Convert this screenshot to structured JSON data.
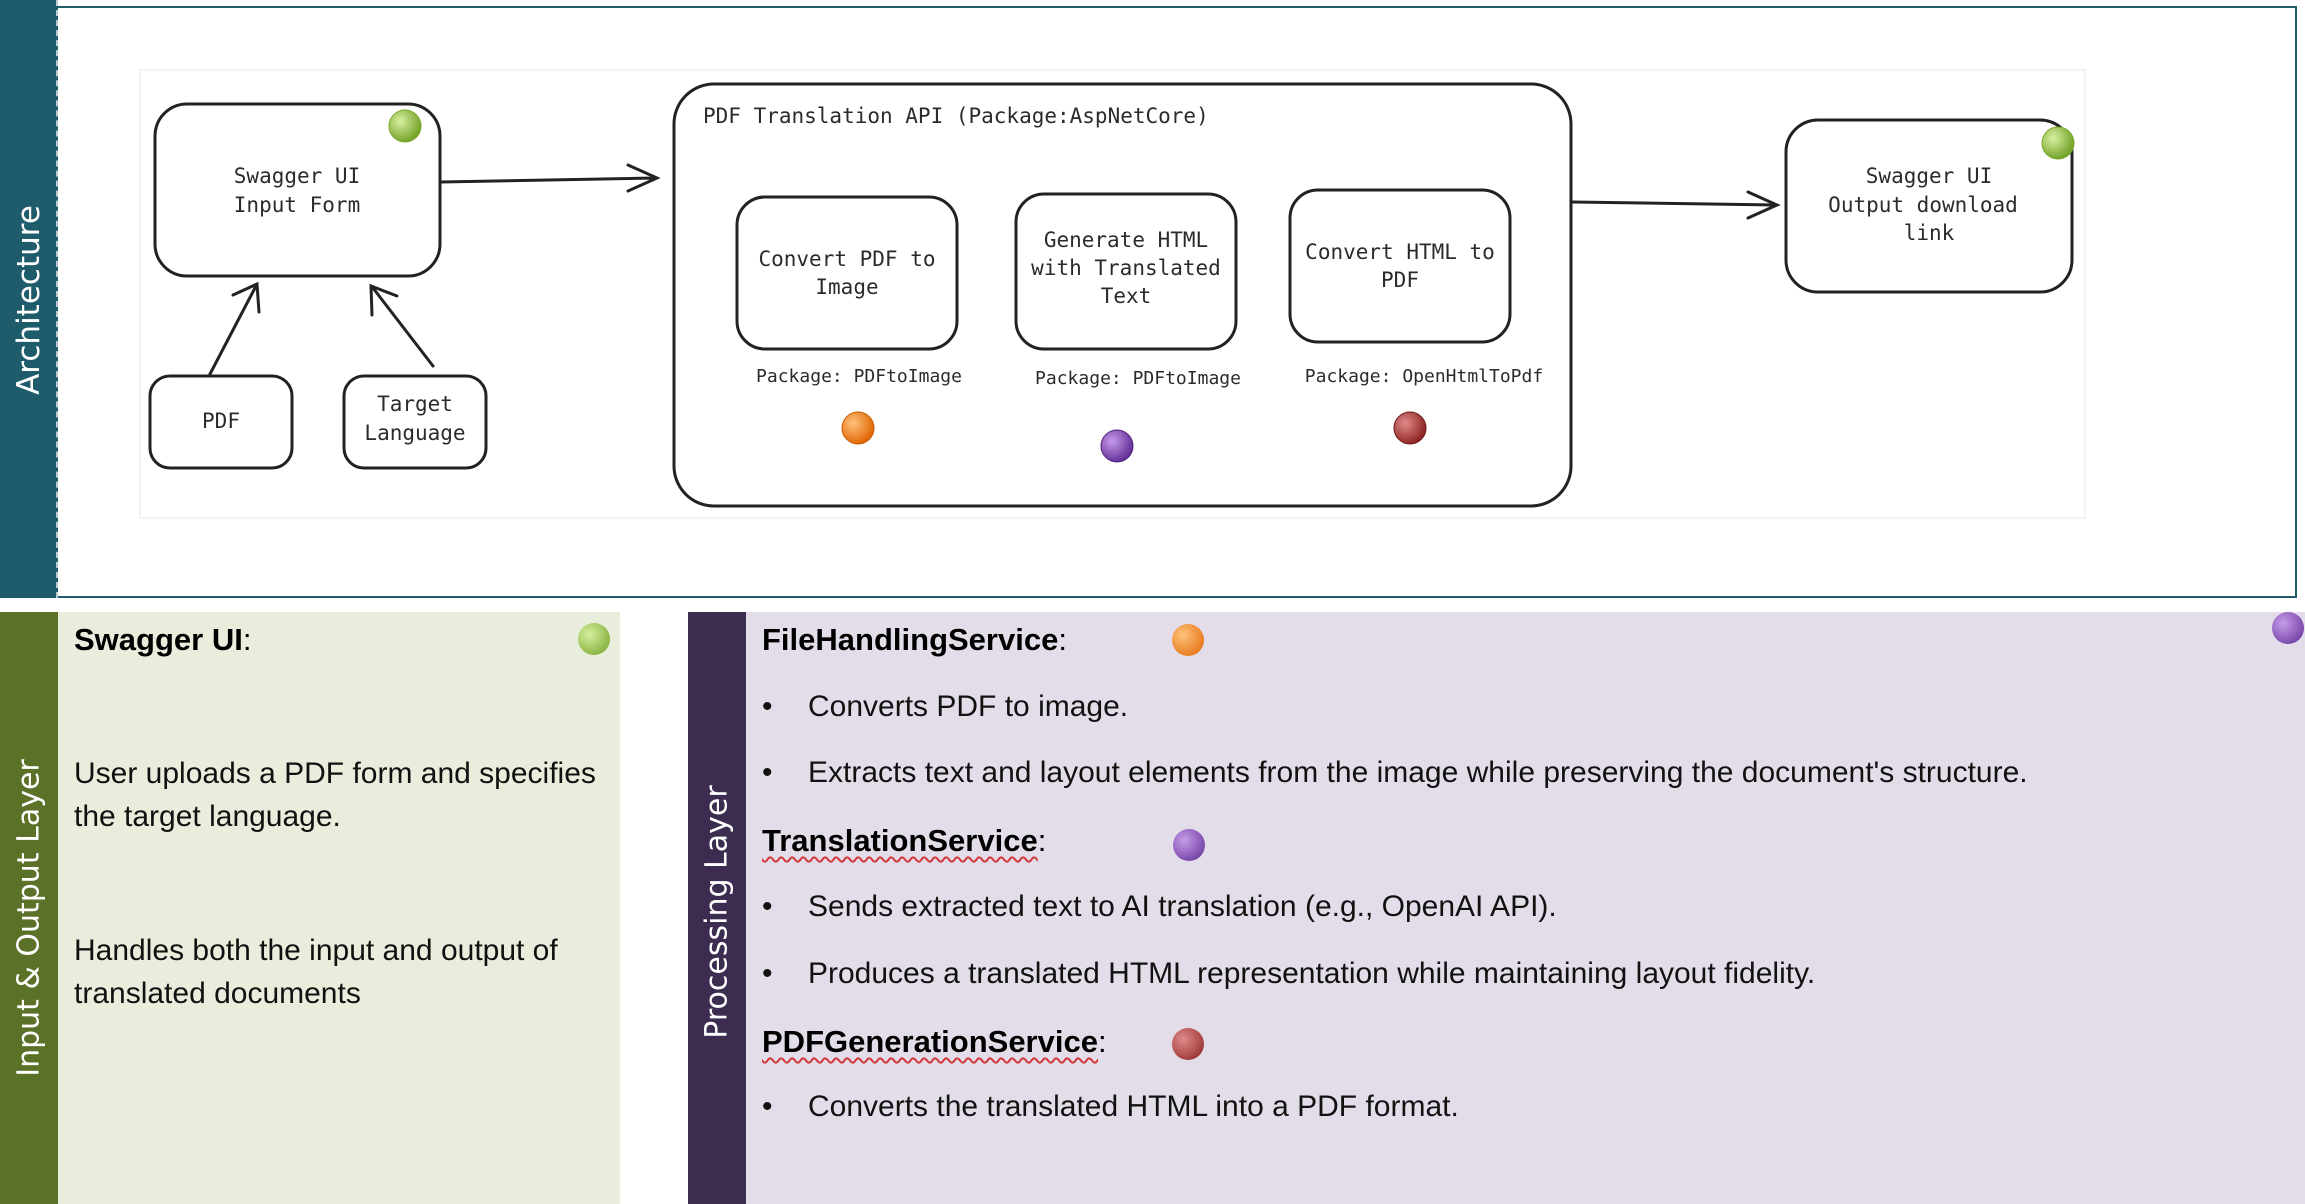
{
  "architecture": {
    "side_label": "Architecture",
    "swagger_input": [
      "Swagger UI",
      "Input Form"
    ],
    "pdf_box": "PDF",
    "target_language": [
      "Target",
      "Language"
    ],
    "api_title": "PDF Translation API (Package:AspNetCore)",
    "step1": {
      "lines": [
        "Convert PDF to",
        "Image"
      ],
      "package": "Package: PDFtoImage"
    },
    "step2": {
      "lines": [
        "Generate HTML",
        "with Translated",
        "Text"
      ],
      "package": "Package: PDFtoImage"
    },
    "step3": {
      "lines": [
        "Convert HTML to",
        "PDF"
      ],
      "package": "Package: OpenHtmlToPdf"
    },
    "swagger_output": [
      "Swagger UI",
      "Output download",
      "link"
    ]
  },
  "io_layer": {
    "side_label": "Input & Output Layer",
    "heading": "Swagger UI",
    "colon": ":",
    "para1": "User uploads a PDF form and specifies the target language.",
    "para2": "Handles both the input and output of translated documents"
  },
  "processing_layer": {
    "side_label": "Processing Layer",
    "colon": ":",
    "file_handling": {
      "name": "FileHandlingService",
      "bullets": [
        "Converts PDF to image.",
        "Extracts text and layout elements from the image while preserving the document's structure."
      ]
    },
    "translation": {
      "name": "TranslationService",
      "bullets": [
        "Sends extracted text to AI translation (e.g., OpenAI API).",
        "Produces a translated HTML representation while maintaining layout fidelity."
      ]
    },
    "pdf_generation": {
      "name": "PDFGenerationService",
      "bullets": [
        "Converts the translated HTML into a PDF format."
      ]
    },
    "bullet_char": "•"
  },
  "colors": {
    "swagger_green": "#8fc13a",
    "file_orange": "#ef7a11",
    "translation_purple": "#7b3fb0",
    "pdfgen_red": "#a32f2f",
    "architecture_teal": "#1f5c6b",
    "io_olive": "#5a7127",
    "processing_plum": "#3c2d50"
  }
}
